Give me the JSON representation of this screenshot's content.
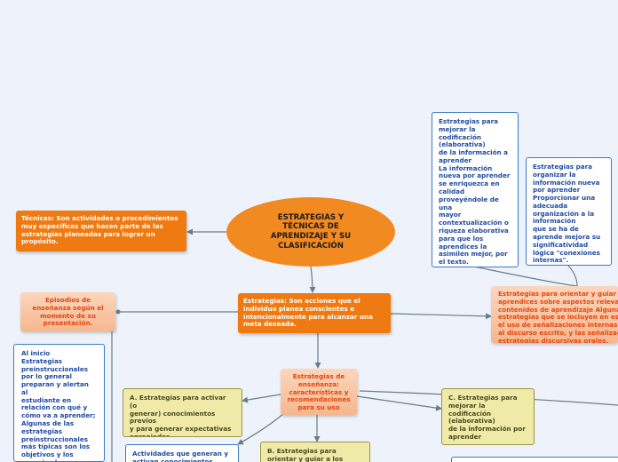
{
  "central": "ESTRATEGIAS Y TÉCNICAS DE APRENDIZAJE Y SU CLASIFICACIÓN",
  "tecnicas": "Técnicas: Son actividades o procedimientos muy específicas que hacen parte de las estrategias planeadas para lograr un propósito.",
  "estrategias": "Estrategias: Son acciones que el individuo planea conscientes e intencionalmente para alcanzar una meta deseada.",
  "episodios": "Episodios de\nenseñanza según el\nmomento de su\npresentación.",
  "al_inicio": "Al inicio\nEstrategias\npreinstruccionales\npor lo general\npreparan y alertan al\nestudiante en\nrelación con qué y\ncómo va a aprender;\nAlgunas de las\nestrategias\npreinstruccionales\nmás típicas son los\nobjetivos y los\norganizadores\nprevios",
  "caracteristicas": "Estrategias de\nenseñanza:\ncaracterísticas y\nrecomendaciones\npara su uso",
  "orientar": "Estrategias para orientar y guiar a los\naprendices sobre aspectos relevantes de los\ncontenidos de aprendizaje Algunas\nestrategias que se incluyen en este rubro son:\nel uso de señalizaciones internas y externas\nal discurso escrito, y las señalizaciones y\nestrategias discursivas orales.",
  "mejorar": "Estrategias para\nmejorar la\ncodificación\n(elaborativa)\nde la información a\naprender\nLa información\nnueva por aprender\nse enriquezca en\ncalidad\nproveyéndole de\nuna\nmayor\ncontextualización o\nriqueza elaborativa\npara que los\naprendices la\nasimilen mejor, por\nel texto.",
  "organizar": "Estrategias para\norganizar la\ninformación nueva\npor aprender\nProporcionar una\nadecuada\norganización a la\ninformación\nque se ha de\naprende mejora su\nsignificatividad\nlógica \"conexiones\ninternas\".",
  "activar": "A. Estrategias para activar (o\ngenerar) conocimientos\nprevios\ny para generar expectativas\napropiadas",
  "guiar": "B. Estrategias para\norientar y guiar a los",
  "codificacion": "C. Estrategias para\nmejorar la\ncodificación\n(elaborativa)\nde la información por\naprender",
  "actividades": "Actividades que generan y\nactivan conocimientos"
}
